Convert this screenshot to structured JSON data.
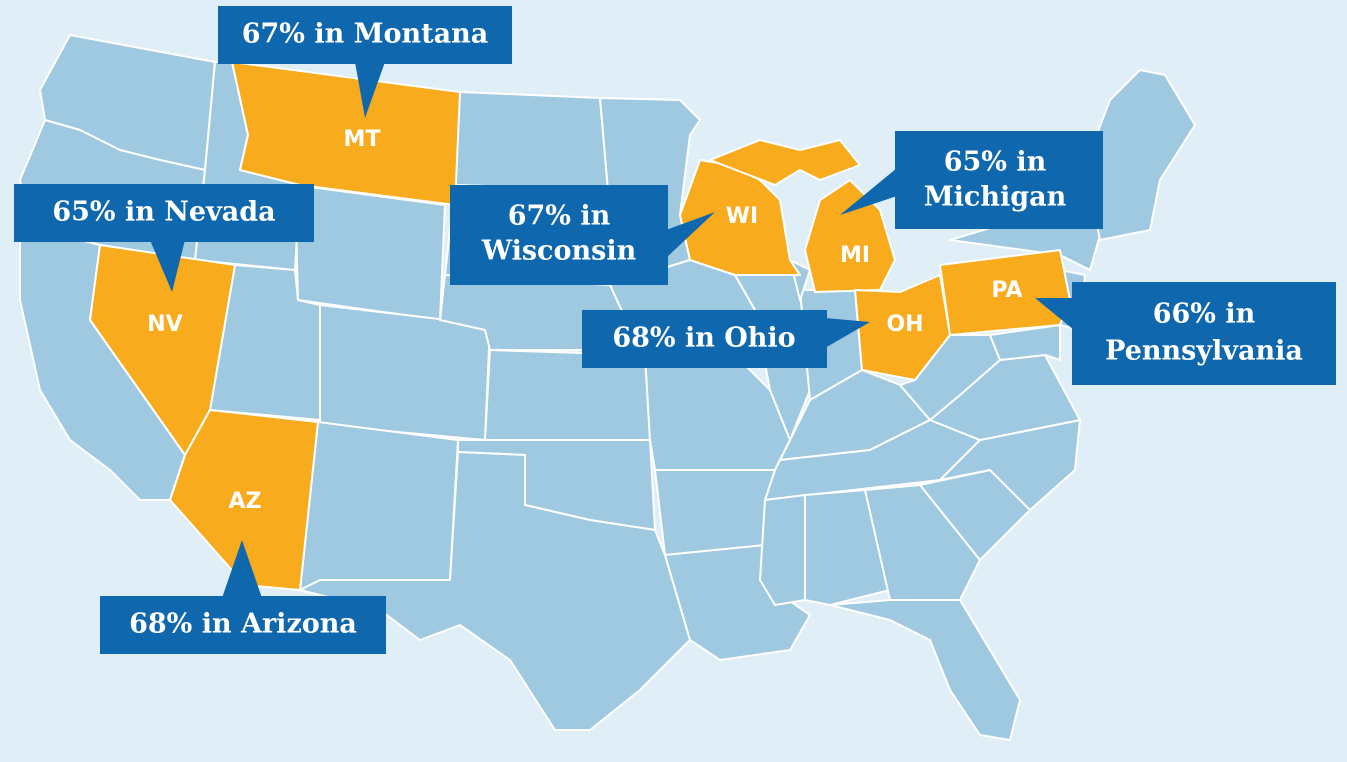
{
  "colors": {
    "background": "#e0eef8",
    "land": "#9fc8e1",
    "highlight": "#f8ab1d",
    "callout": "#0f67ad",
    "text": "#ffffff"
  },
  "highlighted_states": [
    {
      "abbr": "MT",
      "label": "67% in Montana",
      "value": 67
    },
    {
      "abbr": "NV",
      "label": "65% in Nevada",
      "value": 65
    },
    {
      "abbr": "WI",
      "label_line1": "67% in",
      "label_line2": "Wisconsin",
      "value": 67
    },
    {
      "abbr": "MI",
      "label_line1": "65% in",
      "label_line2": "Michigan",
      "value": 65
    },
    {
      "abbr": "OH",
      "label": "68% in Ohio",
      "value": 68
    },
    {
      "abbr": "PA",
      "label_line1": "66% in",
      "label_line2": "Pennsylvania",
      "value": 66
    },
    {
      "abbr": "AZ",
      "label": "68% in Arizona",
      "value": 68
    }
  ]
}
